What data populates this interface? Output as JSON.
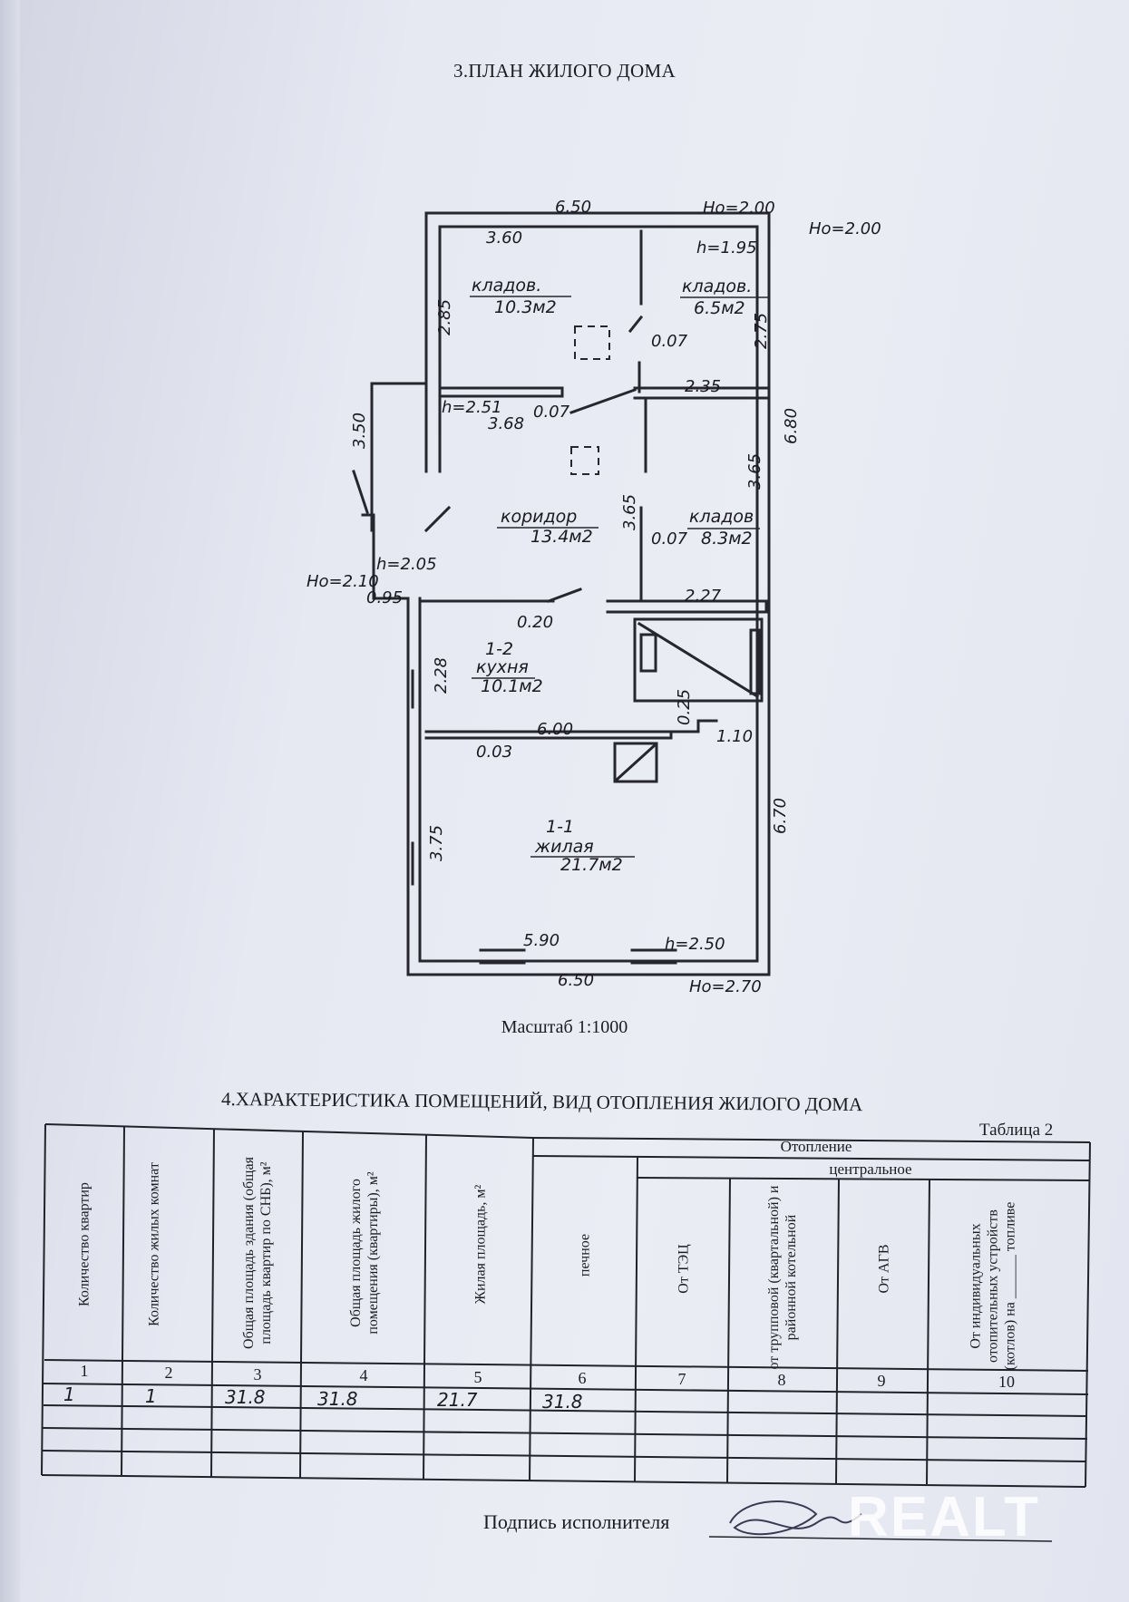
{
  "titles": {
    "plan_title": "3.ПЛАН ЖИЛОГО ДОМА",
    "scale": "Масштаб 1:1000",
    "table_title": "4.ХАРАКТЕРИСТИКА ПОМЕЩЕНИЙ, ВИД ОТОПЛЕНИЯ ЖИЛОГО ДОМА",
    "table_number": "Таблица 2"
  },
  "plan": {
    "dims": {
      "top": "6.50",
      "bottom": "6.50",
      "ho_top": "Ho=2.00",
      "ho_right": "Ho=2.00",
      "ho_left": "Ho=2.10",
      "ho_bottom": "Ho=2.70",
      "right_upper": "6.80",
      "right_lower": "6.70",
      "storage1_top": "3.60",
      "storage1_side": "2.85",
      "h195": "h=1.95",
      "storage2_side": "2.75",
      "d007a": "0.07",
      "d235": "2.35",
      "d350": "3.50",
      "h251": "h=2.51",
      "d368": "3.68",
      "d007b": "0.07",
      "d365a": "3.65",
      "d365b": "3.65",
      "d007c": "0.07",
      "h205": "h=2.05",
      "d095": "0.95",
      "d020": "0.20",
      "d227": "2.27",
      "d228": "2.28",
      "d600": "6.00",
      "d003": "0.03",
      "d025": "0.25",
      "d110": "1.10",
      "d375": "3.75",
      "d590": "5.90",
      "h250": "h=2.50"
    },
    "rooms": {
      "storage1_name": "кладов.",
      "storage1_area": "10.3м2",
      "storage2_name": "кладов.",
      "storage2_area": "6.5м2",
      "corridor_name": "коридор",
      "corridor_area": "13.4м2",
      "storage3_name": "кладов",
      "storage3_area": "8.3м2",
      "kitchen_code": "1-2",
      "kitchen_name": "кухня",
      "kitchen_area": "10.1м2",
      "living_code": "1-1",
      "living_name": "жилая",
      "living_area": "21.7м2"
    }
  },
  "table": {
    "group_heating": "Отопление",
    "group_central": "центральное",
    "headers": [
      "Количество квартир",
      "Количество жилых комнат",
      "Общая площадь здания (общая площадь квартир по СНБ), м²",
      "Общая площадь жилого помещения (квартиры), м²",
      "Жилая площадь, м²",
      "печное",
      "От ТЭЦ",
      "от трупповой (квартальной) и районной котельной",
      "От АГВ",
      "От индивидуальных отопительных устройств (котлов) на ______ топливе"
    ],
    "col_numbers": [
      "1",
      "2",
      "3",
      "4",
      "5",
      "6",
      "7",
      "8",
      "9",
      "10"
    ],
    "row1": [
      "1",
      "1",
      "31.8",
      "31.8",
      "21.7",
      "31.8",
      "",
      "",
      "",
      ""
    ]
  },
  "signature_label": "Подпись исполнителя",
  "watermark": "REALT"
}
